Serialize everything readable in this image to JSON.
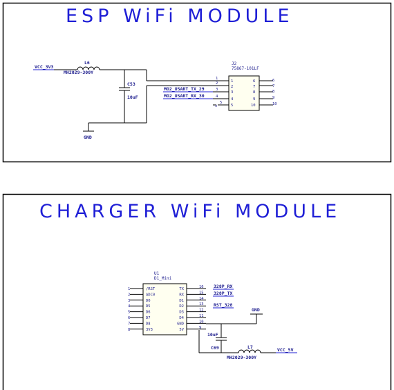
{
  "esp": {
    "title": "ESP WiFi MODULE",
    "vcc": "VCC_3V3",
    "inductor_ref": "L6",
    "inductor_val": "MH2029-300Y",
    "cap_ref": "C53",
    "cap_val": "10uF",
    "gnd": "GND",
    "conn_ref": "J2",
    "conn_part": "75867-101LF",
    "net_tx": "MO2_USART_TX_29",
    "net_rx": "MO2_USART_RX_30",
    "left_pins": [
      "1",
      "2",
      "3",
      "4",
      "5"
    ],
    "right_pins": [
      "6",
      "7",
      "8",
      "9",
      "10"
    ]
  },
  "charger": {
    "title": "CHARGER WiFi MODULE",
    "u_ref": "U1",
    "u_part": "D1_Mini",
    "left_pins": [
      {
        "num": "1",
        "name": "/RST"
      },
      {
        "num": "2",
        "name": "ADC0"
      },
      {
        "num": "3",
        "name": "D0"
      },
      {
        "num": "4",
        "name": "D5"
      },
      {
        "num": "5",
        "name": "D6"
      },
      {
        "num": "6",
        "name": "D7"
      },
      {
        "num": "7",
        "name": "D8"
      },
      {
        "num": "8",
        "name": "3V3"
      }
    ],
    "right_pins": [
      {
        "num": "16",
        "name": "TX"
      },
      {
        "num": "15",
        "name": "RX"
      },
      {
        "num": "14",
        "name": "D1"
      },
      {
        "num": "13",
        "name": "D2"
      },
      {
        "num": "12",
        "name": "D3"
      },
      {
        "num": "11",
        "name": "D4"
      },
      {
        "num": "10",
        "name": "GND"
      },
      {
        "num": "9",
        "name": "5V"
      }
    ],
    "net_rx": "328P_RX",
    "net_tx": "328P_TX",
    "net_rst": "RST_328",
    "gnd": "GND",
    "cap_val": "10uF",
    "cap_ref": "C69",
    "inductor_ref": "L7",
    "inductor_val": "MH2029-300Y",
    "vcc": "VCC_5V"
  }
}
